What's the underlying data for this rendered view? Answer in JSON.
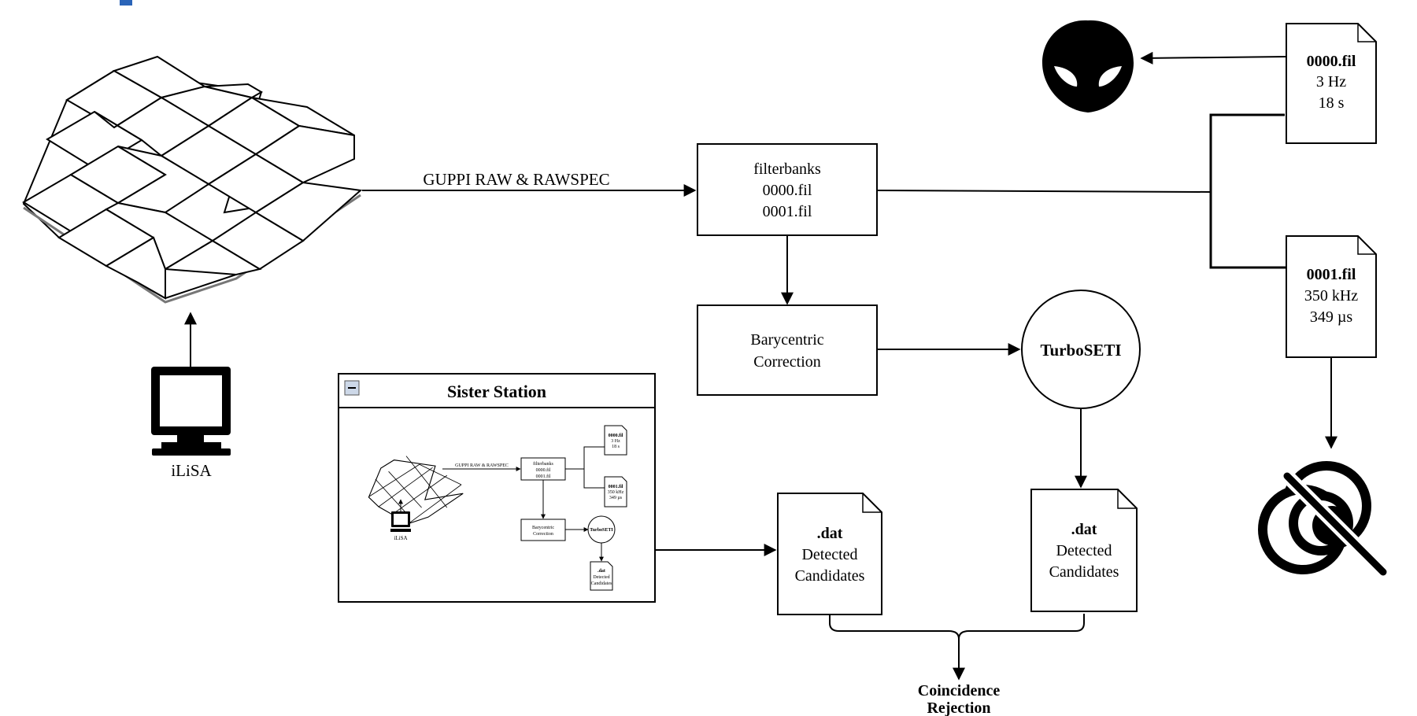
{
  "edges": {
    "guppi_label": "GUPPI RAW & RAWSPEC"
  },
  "nodes": {
    "filterbanks": {
      "title": "filterbanks",
      "file1": "0000.fil",
      "file2": "0001.fil"
    },
    "barycentric": {
      "line1": "Barycentric",
      "line2": "Correction"
    },
    "turboseti": {
      "label": "TurboSETI"
    },
    "file_0000": {
      "name": "0000.fil",
      "freq": "3 Hz",
      "time": "18 s"
    },
    "file_0001": {
      "name": "0001.fil",
      "freq": "350 kHz",
      "time": "349 µs"
    },
    "ilisa": {
      "label": "iLiSA"
    },
    "dat_left": {
      "ext": ".dat",
      "line1": "Detected",
      "line2": "Candidates"
    },
    "dat_right": {
      "ext": ".dat",
      "line1": "Detected",
      "line2": "Candidates"
    },
    "coincidence": {
      "line1": "Coincidence",
      "line2": "Rejection"
    }
  },
  "sister_station": {
    "title": "Sister Station",
    "collapse_label": "−",
    "mini": {
      "guppi_label": "GUPPI RAW & RAWSPEC",
      "filterbanks": {
        "title": "filterbanks",
        "file1": "0000.fil",
        "file2": "0001.fil"
      },
      "barycentric": {
        "line1": "Barycentric",
        "line2": "Correction"
      },
      "turboseti": "TurboSETI",
      "file_0000": {
        "name": "0000.fil",
        "freq": "3 Hz",
        "time": "18 s"
      },
      "file_0001": {
        "name": "0001.fil",
        "freq": "350 kHz",
        "time": "349 µs"
      },
      "ilisa": "iLiSA",
      "dat": {
        "ext": ".dat",
        "line1": "Detected",
        "line2": "Candidates"
      }
    }
  },
  "icons": {
    "alien": "alien-head-icon",
    "no_signal": "no-signal-icon",
    "computer": "computer-monitor-icon",
    "antenna": "antenna-array-icon"
  }
}
